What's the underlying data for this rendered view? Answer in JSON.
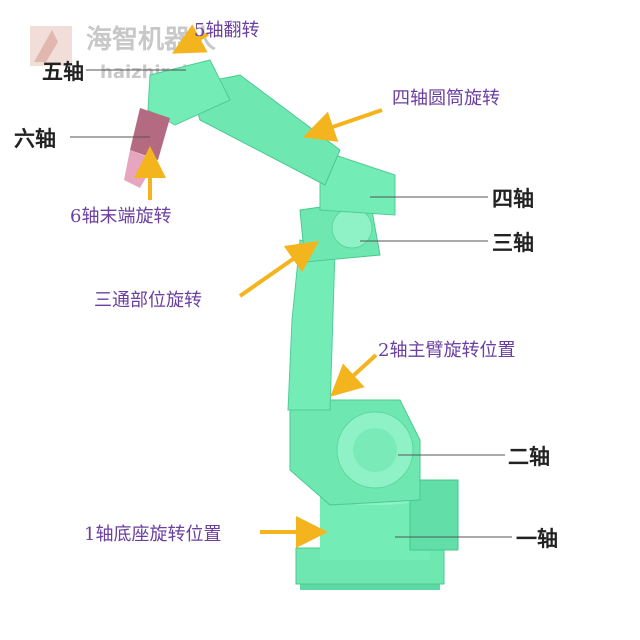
{
  "watermark": {
    "cn": "海智机器人",
    "en": "haizhirobot"
  },
  "axis_labels": {
    "axis1": "一轴",
    "axis2": "二轴",
    "axis3": "三轴",
    "axis4": "四轴",
    "axis5": "五轴",
    "axis6": "六轴"
  },
  "motion_labels": {
    "axis1_base": "1轴底座旋转位置",
    "axis2_arm": "2轴主臂旋转位置",
    "three_way": "三通部位旋转",
    "axis4_cyl": "四轴圆筒旋转",
    "axis5_flip": "5轴翻转",
    "axis6_end": "6轴末端旋转"
  },
  "colors": {
    "robot_body": "#6ee8b0",
    "robot_dark": "#3cc890",
    "arrow": "#f4b41e",
    "text_purple": "#6b3fa0",
    "text_black": "#222222"
  }
}
